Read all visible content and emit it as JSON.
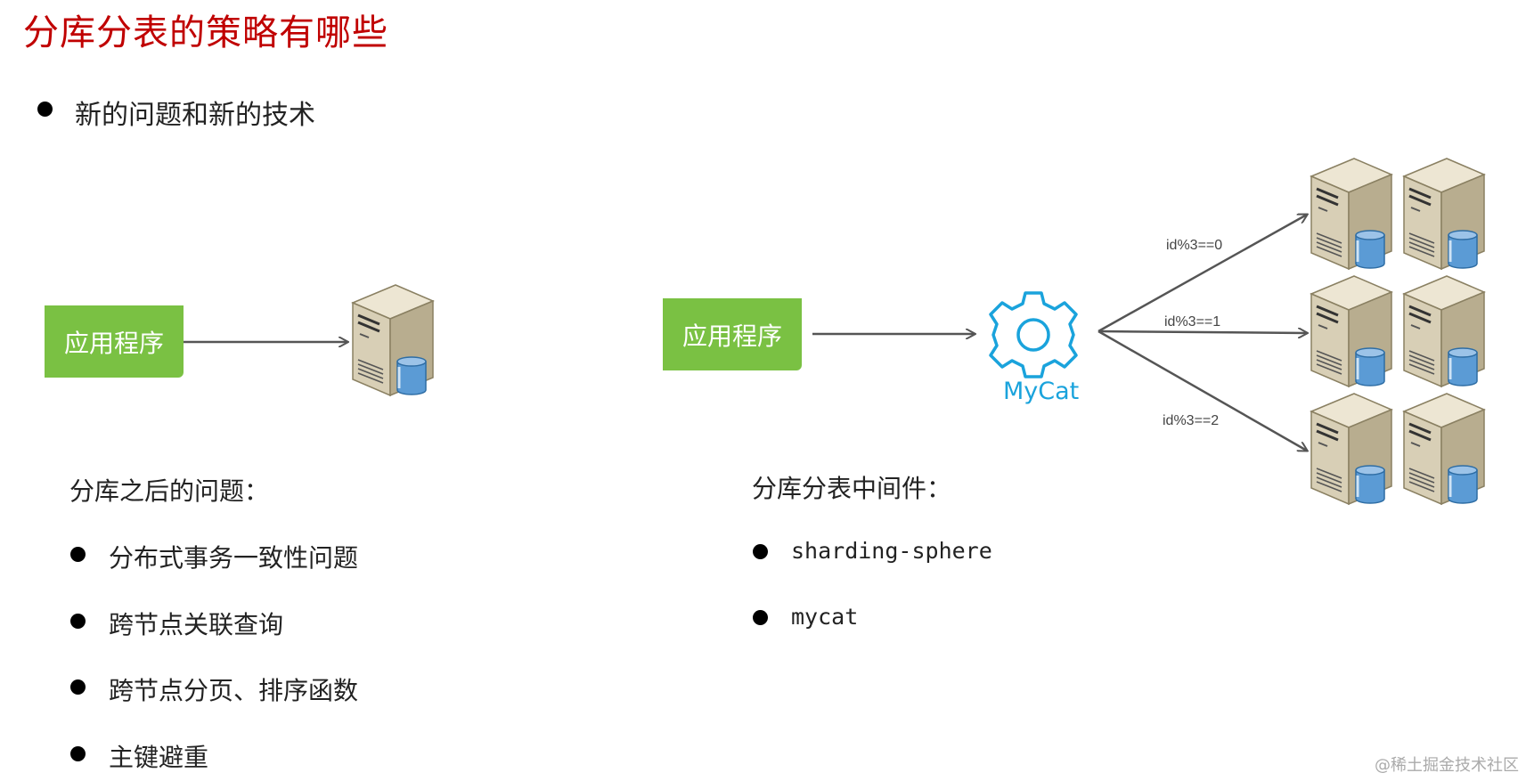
{
  "title": "分库分表的策略有哪些",
  "main_bullet": "新的问题和新的技术",
  "left_diagram": {
    "app_label": "应用程序"
  },
  "right_diagram": {
    "app_label": "应用程序",
    "middleware_label": "MyCat",
    "routes": [
      "id%3==0",
      "id%3==1",
      "id%3==2"
    ]
  },
  "problems": {
    "heading": "分库之后的问题：",
    "items": [
      "分布式事务一致性问题",
      "跨节点关联查询",
      "跨节点分页、排序函数",
      "主键避重"
    ]
  },
  "middleware": {
    "heading": "分库分表中间件：",
    "items": [
      "sharding-sphere",
      "mycat"
    ]
  },
  "watermark": "@稀土掘金技术社区",
  "colors": {
    "title": "#c00000",
    "app_box": "#7ac143",
    "mycat": "#1aa3dc"
  }
}
